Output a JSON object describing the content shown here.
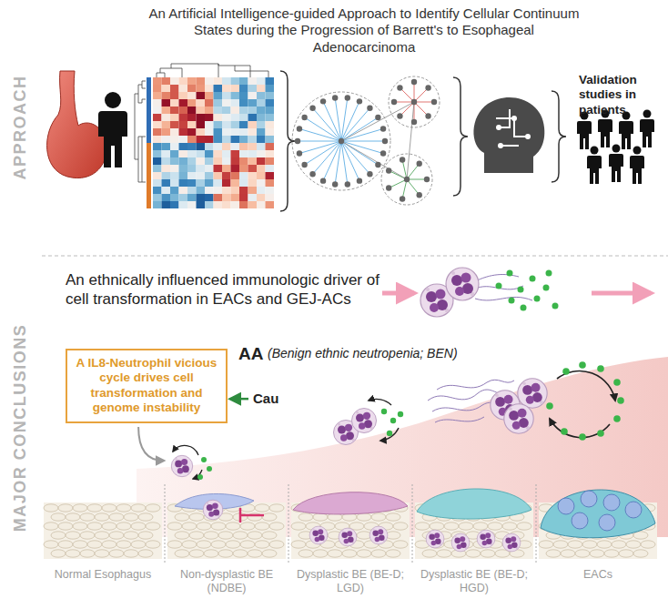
{
  "diagram": {
    "title": "An Artificial Intelligence-guided Approach to Identify Cellular Continuum States during the Progression of Barrett's to Esophageal Adenocarcinoma",
    "nodes": [
      {
        "text": [
          "A IL8-Neutrophil vicious cycle drives cell transformation and genome instability"
        ]
      },
      {
        "text": [
          "Cau"
        ]
      }
    ],
    "edges": [
      {
        "from": 1,
        "to": 0,
        "arrow": "to"
      }
    ],
    "labels": [
      "APPROACH",
      "Validation studies in patients",
      "MAJOR CONCLUSIONS",
      "An ethnically influenced immunologic driver of cell transformation in EACs and GEJ-ACs",
      "AA",
      "(Benign ethnic neutropenia; BEN)",
      "Normal Esophagus",
      "Non-dysplastic BE (NDBE)",
      "Dysplastic BE (BE-D; LGD)",
      "Dysplastic BE (BE-D; HGD)",
      "EACs"
    ]
  }
}
